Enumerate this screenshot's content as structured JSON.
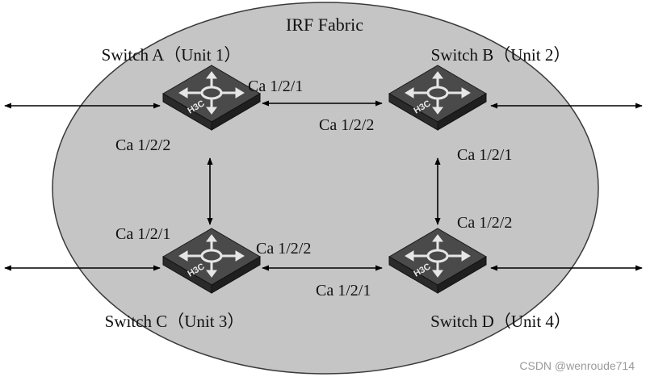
{
  "fabric": {
    "title": "IRF Fabric",
    "fill": "#c5c5c5",
    "stroke": "#3a3a3a"
  },
  "switches": {
    "a": {
      "label": "Switch A（Unit 1）",
      "brand": "H3C"
    },
    "b": {
      "label": "Switch B（Unit 2）",
      "brand": "H3C"
    },
    "c": {
      "label": "Switch C（Unit 3）",
      "brand": "H3C"
    },
    "d": {
      "label": "Switch D（Unit 4）",
      "brand": "H3C"
    }
  },
  "ports": {
    "a_right": "Ca 1/2/1",
    "b_left": "Ca 1/2/2",
    "a_down": "Ca 1/2/2",
    "c_up": "Ca 1/2/1",
    "b_down": "Ca 1/2/1",
    "d_up": "Ca 1/2/2",
    "c_right": "Ca 1/2/2",
    "d_left": "Ca 1/2/1"
  },
  "colors": {
    "switch_top": "#4a4a4a",
    "switch_side": "#2a2a2a",
    "switch_front": "#1f1f1f",
    "icon": "#e6e6e6",
    "line": "#000000"
  },
  "watermark": "CSDN @wenroude714"
}
